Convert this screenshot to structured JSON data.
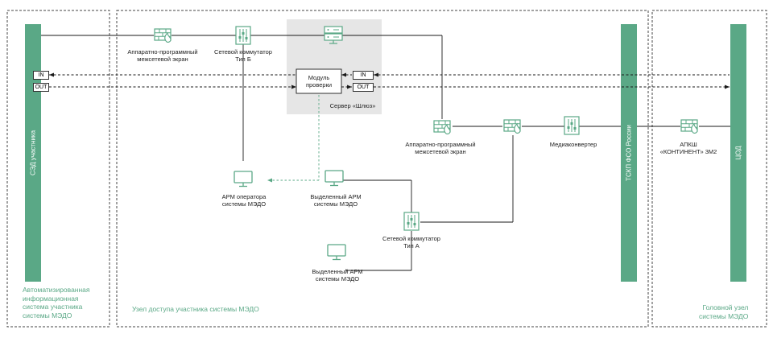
{
  "zones": {
    "left": "Автоматизированная\nинформационная\nсистема участника\nсистемы МЭДО",
    "center": "Узел доступа участника системы МЭДО",
    "right": "Головной узел\nсистемы МЭДО"
  },
  "bars": {
    "sed": "СЭД участника",
    "tskp": "ТСКП ФСО России",
    "tsod": "ЦОД"
  },
  "ports": {
    "in": "IN",
    "out": "OUT"
  },
  "nodes": {
    "fw1": "Аппаратно-программный\nмежсетевой экран",
    "switch_b": "Сетевой коммутатор\nТип Б",
    "check_module": "Модуль\nпроверки",
    "server": "Сервер «Шлюз»",
    "fw2": "Аппаратно-программный\nмежсетевой экран",
    "media": "Медиаконвертер",
    "apksh": "АПКШ\n«КОНТИНЕНТ» 3М2",
    "arm_operator": "АРМ оператора\nсистемы МЭДО",
    "arm_dedicated1": "Выделенный АРМ\nсистемы МЭДО",
    "switch_a": "Сетевой коммутатор\nТип А",
    "arm_dedicated2": "Выделенный АРМ\nсистемы МЭДО"
  },
  "colors": {
    "accent": "#5aa886",
    "line": "#1a1a1a",
    "server_bg": "#e6e6e6",
    "zone_border": "#444444"
  },
  "icons": {
    "firewall": "firewall-icon",
    "switch": "switch-icon",
    "server": "server-icon",
    "monitor": "monitor-icon"
  }
}
